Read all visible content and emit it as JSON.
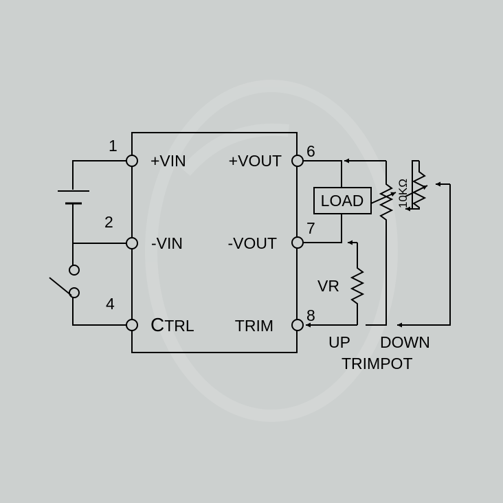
{
  "colors": {
    "background": "#ccd0cf",
    "ink": "#000000"
  },
  "pins": {
    "p1": "1",
    "p2": "2",
    "p4": "4",
    "p6": "6",
    "p7": "7",
    "p8": "8"
  },
  "module": {
    "vin_pos": "+VIN",
    "vin_neg": "-VIN",
    "ctrl_first": "C",
    "ctrl_rest": "TRL",
    "vout_pos": "+VOUT",
    "vout_neg": "-VOUT",
    "trim": "TRIM"
  },
  "components": {
    "load": "LOAD",
    "vr": "VR",
    "resistance": "10KΩ"
  },
  "labels": {
    "up": "UP",
    "down": "DOWN",
    "trimpot": "TRIMPOT"
  }
}
